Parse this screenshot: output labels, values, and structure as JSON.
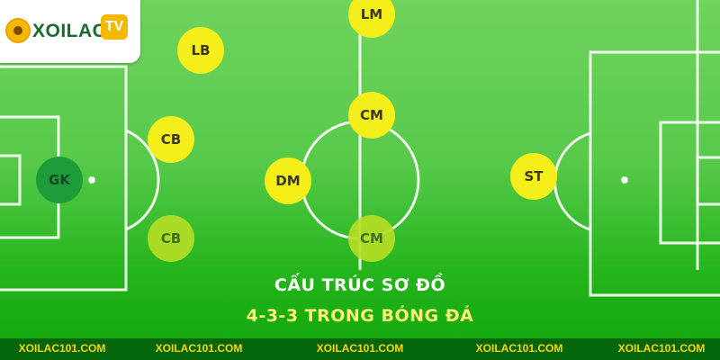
{
  "brand": {
    "name": "XOILAC",
    "badge": "TV"
  },
  "title": {
    "line1": "CẤU TRÚC SƠ ĐỒ",
    "line2": "4-3-3 TRONG BÓNG ĐÁ"
  },
  "players": {
    "lm": "LM",
    "lb": "LB",
    "cm_top": "CM",
    "cb_top": "CB",
    "gk": "GK",
    "dm": "DM",
    "st": "ST",
    "cb_bottom": "CB",
    "cm_bottom": "CM"
  },
  "footer": {
    "items": [
      "XOILAC101.COM",
      "XOILAC101.COM",
      "XOILAC101.COM",
      "XOILAC101.COM",
      "XOILAC101.COM"
    ]
  },
  "colors": {
    "player_primary": "#f4ee1a",
    "player_faded": "#b5dd25",
    "goalkeeper": "#1f9c3a",
    "title_white": "#ffffff",
    "title_yellow": "#fff176",
    "footer_text": "#ffd400"
  },
  "icons": {
    "logo": "football-ball-icon"
  }
}
